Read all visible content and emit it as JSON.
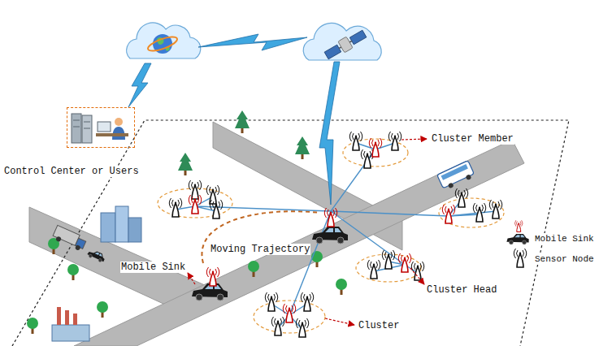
{
  "diagram": {
    "nodes": [
      {
        "text": [
          "Control Center or Users"
        ]
      }
    ],
    "labels": [
      "Cluster Member",
      "Moving Trajectory",
      "Mobile Sink",
      "Cluster Head",
      "Cluster"
    ],
    "legend": [
      {
        "text": "Mobile Sink"
      },
      {
        "text": "Sensor Node"
      }
    ]
  }
}
